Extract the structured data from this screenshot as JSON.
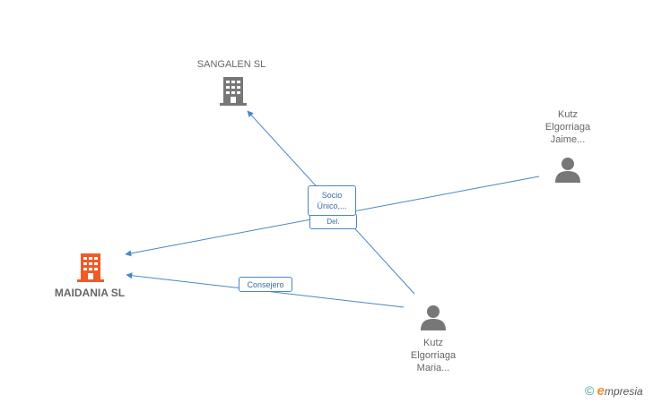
{
  "nodes": {
    "sangalen": {
      "label": "SANGALEN SL",
      "type": "company",
      "color": "#777777"
    },
    "maidania": {
      "label": "MAIDANIA SL",
      "type": "company",
      "color": "#f05a28"
    },
    "jaime": {
      "label_lines": [
        "Kutz",
        "Elgorriaga",
        "Jaime..."
      ],
      "type": "person",
      "color": "#777777"
    },
    "maria": {
      "label_lines": [
        "Kutz",
        "Elgorriaga",
        "Maria..."
      ],
      "type": "person",
      "color": "#777777"
    }
  },
  "edge_labels": {
    "socio_unico": [
      "Socio",
      "Único,..."
    ],
    "del": "Del.",
    "consejero": "Consejero"
  },
  "edge_color": "#4a86c8",
  "watermark": {
    "copyright": "©",
    "brand_initial": "e",
    "brand_rest": "mpresia"
  }
}
